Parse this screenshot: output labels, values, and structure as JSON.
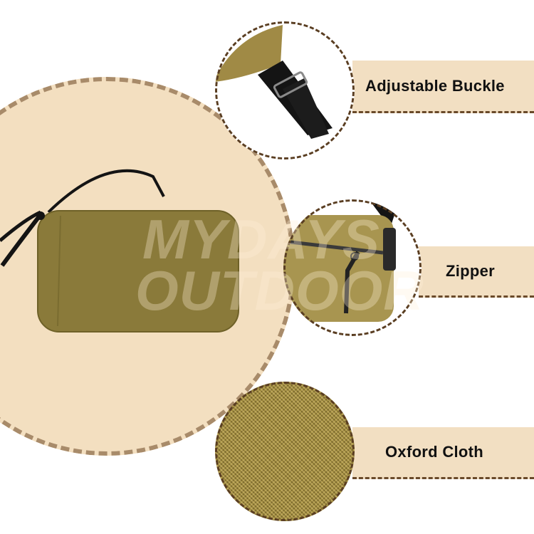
{
  "features": [
    {
      "label": "Adjustable Buckle",
      "icon": "buckle-closeup"
    },
    {
      "label": "Zipper",
      "icon": "zipper-closeup"
    },
    {
      "label": "Oxford Cloth",
      "icon": "fabric-texture-closeup"
    }
  ],
  "watermark": {
    "line1": "MYDAYS",
    "line2": "OUTDOOR"
  },
  "colors": {
    "banner_bg": "#f2dfc2",
    "main_circle_bg": "#f3dfc0",
    "main_circle_dash": "#a88b6a",
    "detail_dash": "#5a3e22",
    "bag_khaki": "#8a7a3a"
  }
}
